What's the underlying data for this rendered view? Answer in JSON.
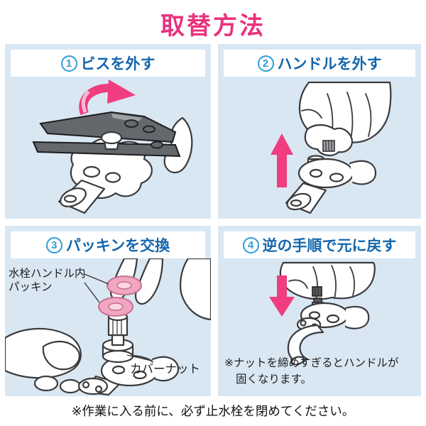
{
  "title": "取替方法",
  "steps": [
    {
      "number": "1",
      "label": "ビスを外す"
    },
    {
      "number": "2",
      "label": "ハンドルを外す"
    },
    {
      "number": "3",
      "label": "パッキンを交換",
      "annotations": {
        "packing_line1": "水栓ハンドル内",
        "packing_line2": "パッキン",
        "cover_nut": "カバーナット"
      }
    },
    {
      "number": "4",
      "label": "逆の手順で元に戻す",
      "note_line1": "※ナットを締めすぎるとハンドルが",
      "note_line2": "固くなります。"
    }
  ],
  "footer_note": "※作業に入る前に、必ず止水栓を閉めてください。",
  "icons": {
    "rotate-arrow-icon": "↻",
    "up-arrow-icon": "↑",
    "down-arrow-icon": "↓"
  },
  "colors": {
    "title_pink": "#E9317D",
    "arrow_pink": "#EF3D80",
    "panel_blue": "#D9E7F3",
    "step_number_blue": "#2F9CD9",
    "step_heading_blue": "#1566AD",
    "packing_pink": "#F1A6C2",
    "tool_gray": "#64676C",
    "line_art": "#3A3A3C"
  }
}
